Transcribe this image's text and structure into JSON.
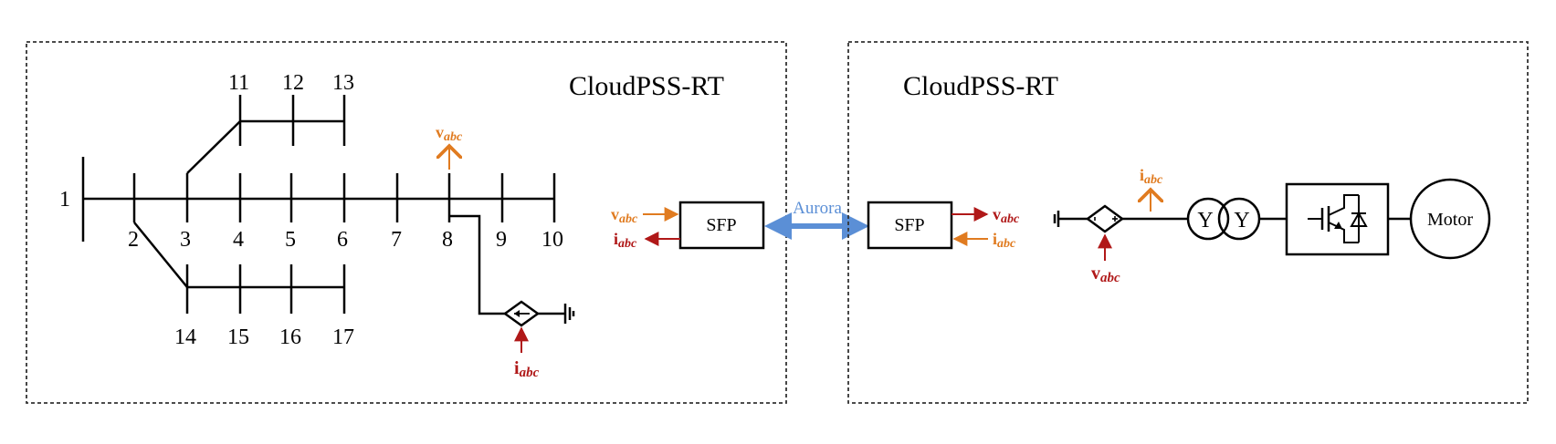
{
  "left_panel": {
    "title": "CloudPSS-RT",
    "buses": [
      "1",
      "2",
      "3",
      "4",
      "5",
      "6",
      "7",
      "8",
      "9",
      "10",
      "11",
      "12",
      "13",
      "14",
      "15",
      "16",
      "17"
    ],
    "source_current_label": {
      "main": "i",
      "sub": "abc"
    },
    "measured_voltage_label": {
      "main": "v",
      "sub": "abc"
    }
  },
  "link": {
    "left_sfp": "SFP",
    "right_sfp": "SFP",
    "protocol": "Aurora",
    "left_in": {
      "main": "v",
      "sub": "abc"
    },
    "left_out": {
      "main": "i",
      "sub": "abc"
    },
    "right_out": {
      "main": "v",
      "sub": "abc"
    },
    "right_in": {
      "main": "i",
      "sub": "abc"
    }
  },
  "right_panel": {
    "title": "CloudPSS-RT",
    "voltage_source_label": {
      "main": "v",
      "sub": "abc"
    },
    "measured_current_label": {
      "main": "i",
      "sub": "abc"
    },
    "transformer_left": "Y",
    "transformer_right": "Y",
    "load": "Motor"
  },
  "colors": {
    "orange": "#E07B20",
    "red": "#B01818",
    "link_blue": "#5B8FD6",
    "line": "#000000",
    "panel_border": "#333333"
  }
}
